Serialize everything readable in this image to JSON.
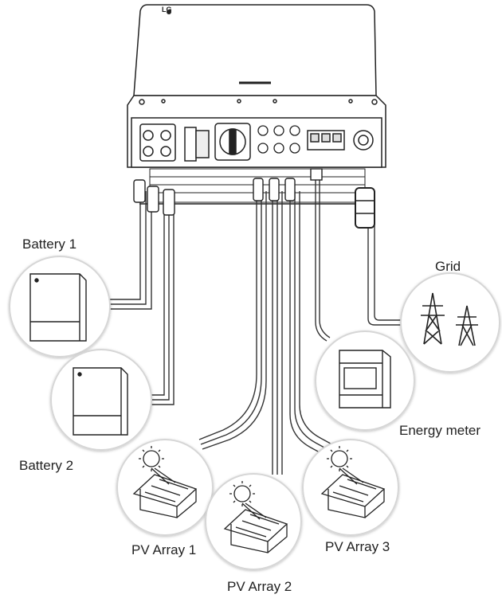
{
  "inverter": {
    "brand": "LG"
  },
  "labels": {
    "battery1": "Battery 1",
    "battery2": "Battery 2",
    "grid": "Grid",
    "energy_meter": "Energy meter",
    "pv1": "PV Array 1",
    "pv2": "PV Array 2",
    "pv3": "PV Array 3"
  },
  "colors": {
    "line": "#222222",
    "circle_fill": "#ffffff",
    "circle_stroke": "#d6d6d6",
    "cable": "#333333"
  }
}
